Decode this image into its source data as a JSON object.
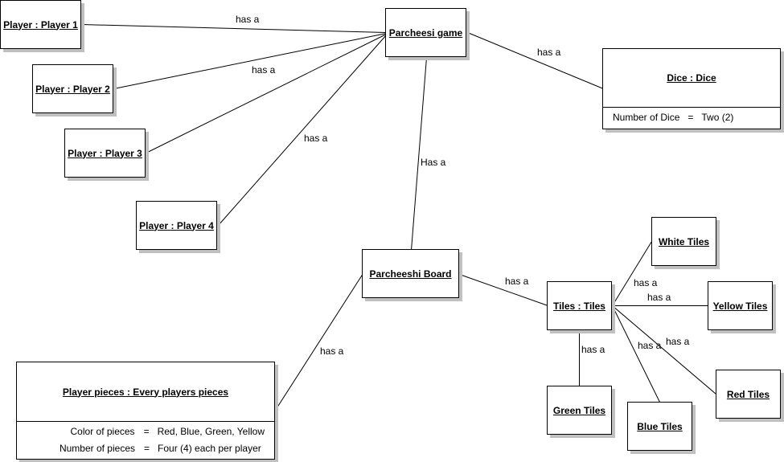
{
  "objects": {
    "player1": {
      "name": "Player : Player 1"
    },
    "player2": {
      "name": "Player : Player 2"
    },
    "player3": {
      "name": "Player : Player 3"
    },
    "player4": {
      "name": "Player : Player 4"
    },
    "game": {
      "name": "Parcheesi game"
    },
    "dice": {
      "name": "Dice : Dice",
      "attributes": [
        {
          "label": "Number of Dice",
          "eq": "=",
          "value": "Two (2)"
        }
      ]
    },
    "board": {
      "name": "Parcheeshi Board"
    },
    "pieces": {
      "name": "Player pieces : Every players pieces",
      "attributes": [
        {
          "label": "Color of pieces",
          "eq": "=",
          "value": "Red, Blue, Green, Yellow"
        },
        {
          "label": "Number of pieces",
          "eq": "=",
          "value": "Four (4) each per player"
        }
      ]
    },
    "tiles": {
      "name": "Tiles : Tiles"
    },
    "white": {
      "name": "White Tiles"
    },
    "yellow": {
      "name": "Yellow Tiles"
    },
    "green": {
      "name": "Green Tiles"
    },
    "blue": {
      "name": "Blue Tiles"
    },
    "red": {
      "name": "Red Tiles"
    }
  },
  "links": [
    {
      "from": "player1",
      "to": "game",
      "label": "has a"
    },
    {
      "from": "player2",
      "to": "game",
      "label": "has a"
    },
    {
      "from": "player3",
      "to": "game",
      "label": "has a"
    },
    {
      "from": "player4",
      "to": "game",
      "label": "has a"
    },
    {
      "from": "game",
      "to": "dice",
      "label": "has a"
    },
    {
      "from": "game",
      "to": "board",
      "label": "Has a"
    },
    {
      "from": "board",
      "to": "tiles",
      "label": "has a"
    },
    {
      "from": "board",
      "to": "pieces",
      "label": "has a"
    },
    {
      "from": "tiles",
      "to": "white",
      "label": "has a"
    },
    {
      "from": "tiles",
      "to": "yellow",
      "label": "has a"
    },
    {
      "from": "tiles",
      "to": "green",
      "label": "has a"
    },
    {
      "from": "tiles",
      "to": "blue",
      "label": "has a"
    },
    {
      "from": "tiles",
      "to": "red",
      "label": "has a"
    }
  ]
}
